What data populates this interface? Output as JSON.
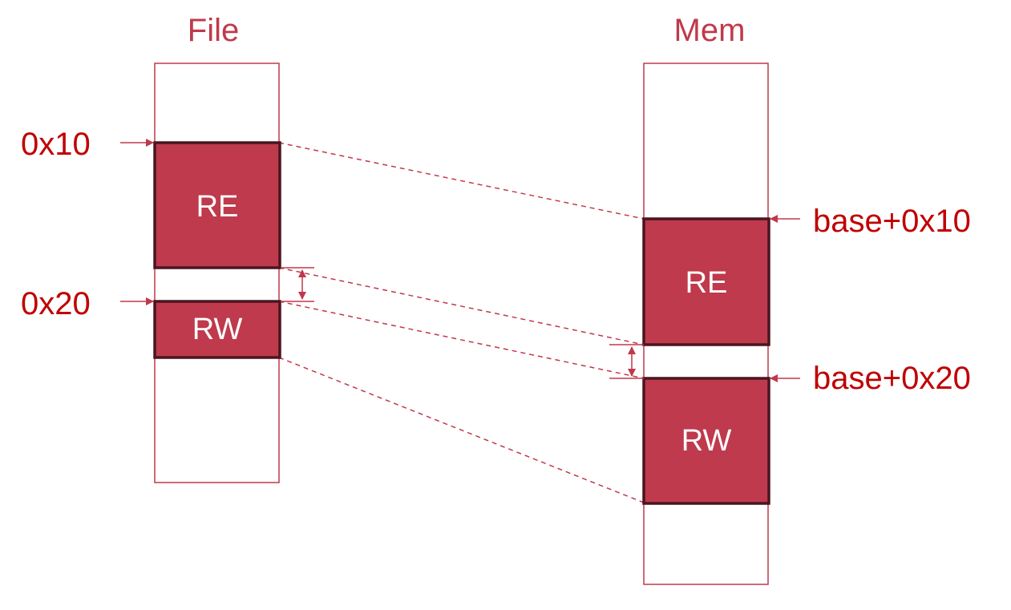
{
  "file": {
    "title": "File",
    "offsets": [
      "0x10",
      "0x20"
    ],
    "segments": [
      "RE",
      "RW"
    ]
  },
  "mem": {
    "title": "Mem",
    "offsets": [
      "base+0x10",
      "base+0x20"
    ],
    "segments": [
      "RE",
      "RW"
    ]
  },
  "colors": {
    "accent": "#c0394b",
    "label": "#c00000",
    "segment_fill": "#bf3a4c",
    "segment_border": "#4a1520"
  }
}
